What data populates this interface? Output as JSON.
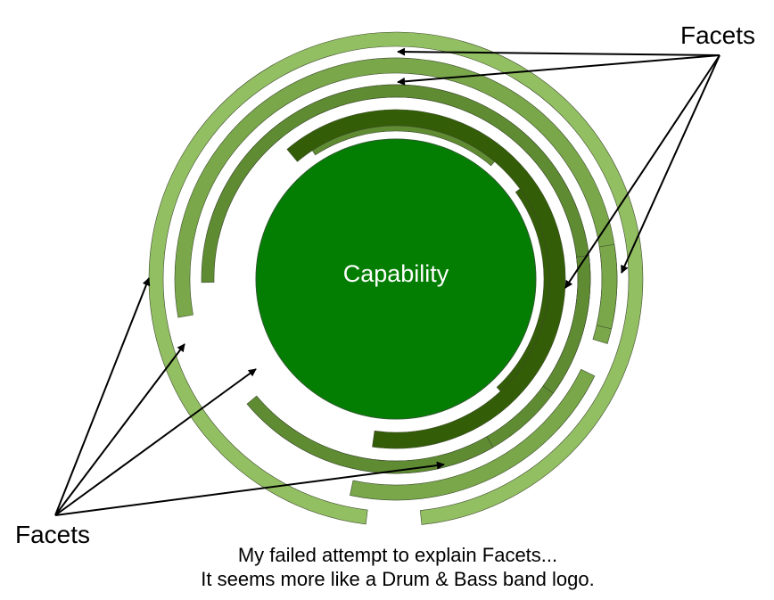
{
  "diagram": {
    "center_label": "Capability",
    "callout_top_label": "Facets",
    "callout_bottom_label": "Facets",
    "caption_line1": "My failed attempt to explain Facets...",
    "caption_line2": "It seems more like a Drum & Bass band logo."
  },
  "colors": {
    "core": "#037e03",
    "ring_outer": "#93bf63",
    "ring_second": "#79a74a",
    "ring_third": "#5f8c33",
    "ring_inner": "#335d06",
    "arrow": "#000000",
    "segment_stroke": "#3d4a2d"
  }
}
